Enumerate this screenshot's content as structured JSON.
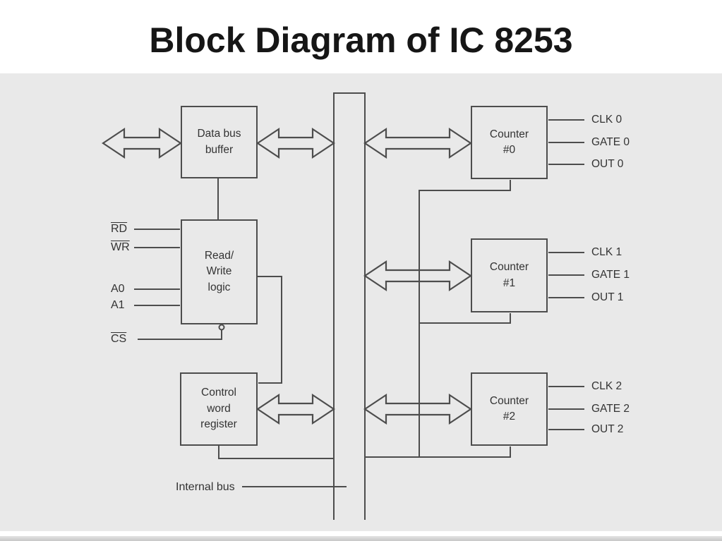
{
  "title": "Block Diagram of IC 8253",
  "colors": {
    "diagram_background": "#e9e9e9",
    "line": "#4d4d4d",
    "text": "#333333",
    "title_text": "#161616"
  },
  "blocks": {
    "data_bus_buffer": {
      "label": "Data bus\nbuffer"
    },
    "read_write_logic": {
      "label": "Read/\nWrite\nlogic"
    },
    "control_word_register": {
      "label": "Control\nword\nregister"
    }
  },
  "counters": [
    {
      "label": "Counter\n#0",
      "signals": [
        "CLK 0",
        "GATE 0",
        "OUT 0"
      ]
    },
    {
      "label": "Counter\n#1",
      "signals": [
        "CLK 1",
        "GATE 1",
        "OUT 1"
      ]
    },
    {
      "label": "Counter\n#2",
      "signals": [
        "CLK 2",
        "GATE 2",
        "OUT 2"
      ]
    }
  ],
  "left_pins": [
    {
      "label": "RD",
      "active_low": true
    },
    {
      "label": "WR",
      "active_low": true
    },
    {
      "label": "A0",
      "active_low": false
    },
    {
      "label": "A1",
      "active_low": false
    },
    {
      "label": "CS",
      "active_low": true
    }
  ],
  "internal_bus_label": "Internal bus"
}
